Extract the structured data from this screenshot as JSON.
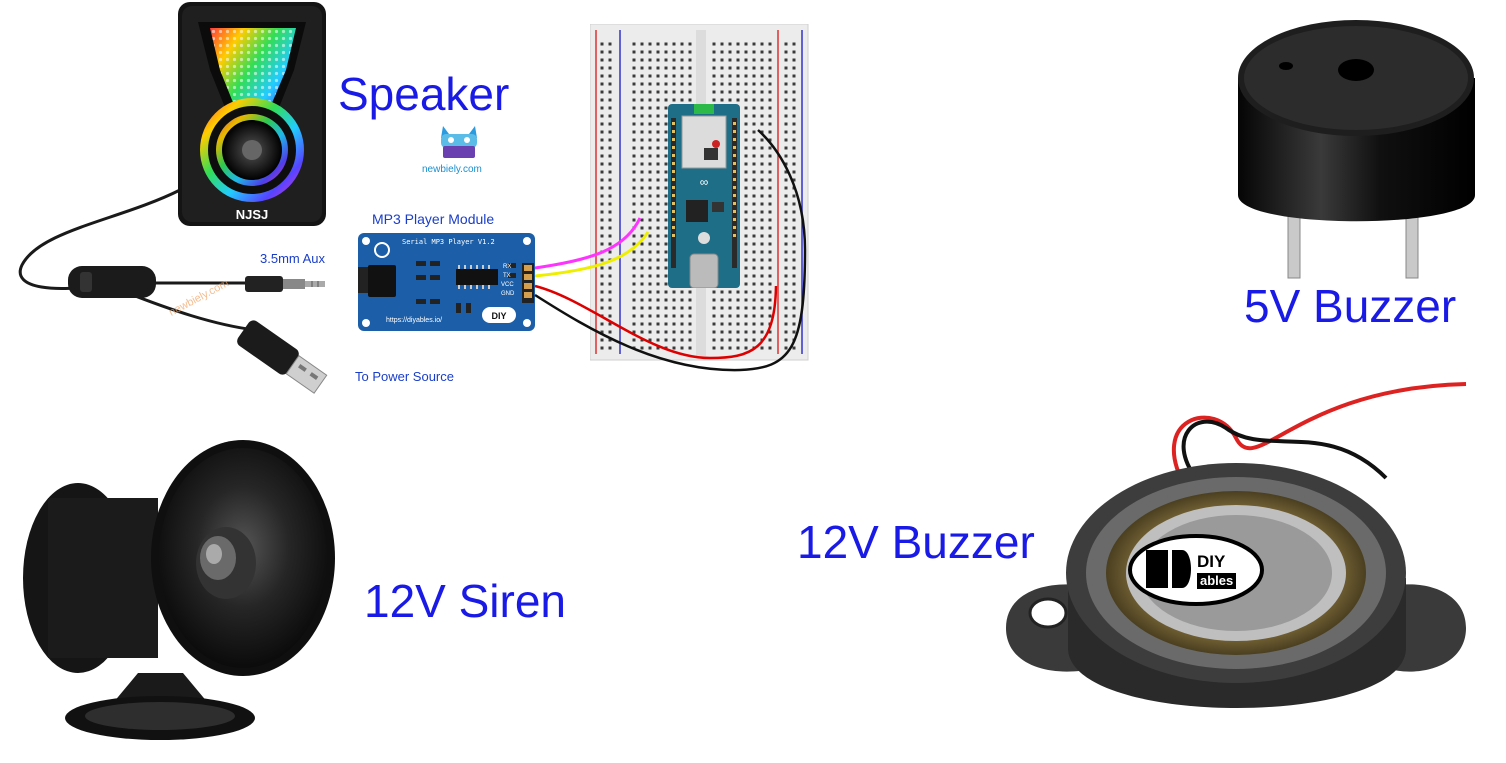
{
  "labels": {
    "speaker": "Speaker",
    "mp3_module": "MP3 Player Module",
    "aux": "3.5mm Aux",
    "power": "To Power Source",
    "buzzer5v": "5V Buzzer",
    "buzzer12v": "12V Buzzer",
    "siren12v": "12V Siren"
  },
  "speaker_brand": "NJSJ",
  "newbiely_logo_text": "newbiely.com",
  "mp3_board": {
    "title": "Serial MP3 Player V1.2",
    "pins": [
      "RX",
      "TX",
      "VCC",
      "GND"
    ],
    "url": "https://diyables.io/",
    "logo": "DIY"
  },
  "diy_logo": {
    "top": "DIY",
    "bottom": "ables"
  },
  "watermark": "newbiely.com",
  "colors": {
    "label_blue": "#1a1ae6",
    "wire_rx": "#ff33ff",
    "wire_tx": "#eeee00",
    "wire_vcc": "#dd0000",
    "wire_gnd": "#111111",
    "board_blue": "#1c5fa8",
    "arduino_teal": "#1d6e86"
  },
  "icons": [
    "speaker-icon",
    "mp3-module-icon",
    "breadboard-icon",
    "arduino-board-icon",
    "buzzer-icon",
    "siren-icon",
    "usb-plug-icon",
    "aux-jack-icon"
  ]
}
